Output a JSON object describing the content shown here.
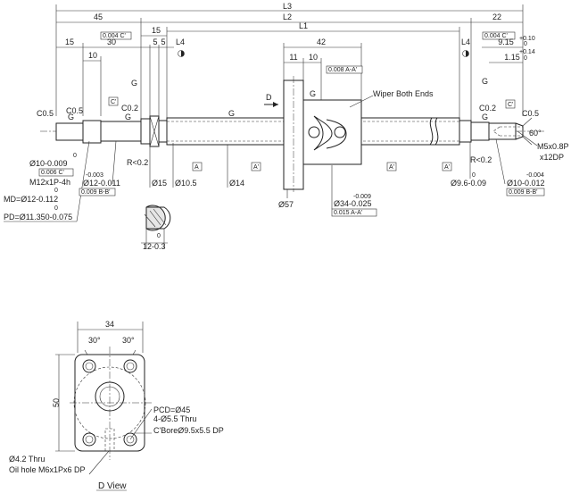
{
  "dims": {
    "l3": "L3",
    "d45": "45",
    "l2": "L2",
    "d22": "22",
    "tol_0004c": "0.004 C'",
    "d15a": "15",
    "l1": "L1",
    "tol_0004c2": "0.004 C'",
    "tol_upper": "+0.10",
    "tol_zero": "0",
    "tol_upper2": "+0.14",
    "tol_zero2": "0",
    "d15b": "15",
    "d30": "30",
    "d5a": "5",
    "d5b": "5",
    "l4a": "L4",
    "d42": "42",
    "l4b": "L4",
    "d915": "9.15",
    "d10a": "10",
    "d11": "11",
    "d10b": "10",
    "d115": "1.15",
    "tol_0008": "0.008 A-A'",
    "g_left": "G",
    "g_mid1": "G",
    "g_mid2": "G",
    "g_mid3": "G",
    "g_nut": "G",
    "g_right": "G",
    "g_right2": "G",
    "d_view_label": "D",
    "c05a": "C0.5",
    "c05b": "C0.5",
    "c02a": "C0.2",
    "c_mark_left": "C'",
    "c02b": "C0.2",
    "c05c": "C0.5",
    "c_mark_right": "C'",
    "wiper": "Wiper Both Ends",
    "dia10_zero": "0",
    "dia10": "Ø10-0.009",
    "tol_0006c": "0.006 C'",
    "m12": "M12x1P-4h",
    "md_zero": "0",
    "md": "MD=Ø12-0.112",
    "pd_zero": "0",
    "pd": "PD=Ø11.350-0.075",
    "dia12_upper": "-0.003",
    "dia12": "Ø12-0.011",
    "tol_0009a": "0.009 B-B'",
    "r02a": "R<0.2",
    "dia15": "Ø15",
    "dia105": "Ø10.5",
    "dia14": "Ø14",
    "dia57": "Ø57",
    "dia34_upper": "-0.009",
    "dia34": "Ø34-0.025",
    "tol_0015": "0.015 A-A'",
    "a_mark1": "A",
    "a_mark2": "A'",
    "a_mark3": "A'",
    "a_mark4": "A'",
    "dia96_zero": "0",
    "dia96": "Ø9.6-0.09",
    "r02b": "R<0.2",
    "dia10r_upper": "-0.004",
    "dia10r": "Ø10-0.012",
    "tol_0009b": "0.009 B-B'",
    "deg60": "60°",
    "m5": "M5x0.8P",
    "x12dp": "x12DP",
    "sec_zero": "0",
    "sec_dim": "12-0.3"
  },
  "dview": {
    "width": "34",
    "height": "50",
    "ang_left": "30°",
    "ang_right": "30°",
    "pcd": "PCD=Ø45",
    "holes": "4-Ø5.5 Thru",
    "cbore": "C'BoreØ9.5x5.5 DP",
    "thru": "Ø4.2 Thru",
    "oil": "Oil hole  M6x1Px6 DP",
    "title": "D View"
  }
}
